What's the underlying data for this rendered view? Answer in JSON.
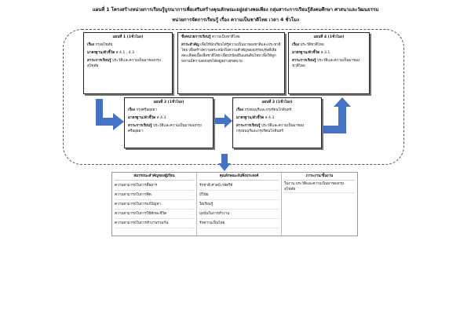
{
  "header": {
    "line1": "แผนที่ 1 โครงสร้างหน่วยการเรียนรู้บูรณาการเพื่อเสริมสร้างคุณลักษณะอยู่อย่างพอเพียง   กลุ่มสาระการเรียนรู้สังคมศึกษา ศาสนาและวัฒนธรรม",
    "line2": "หน่วยการจัดการเรียนรู้ เรื่อง ความเป็นชาติไทย เวลา 4 ชั่วโมง"
  },
  "unit1": {
    "heading": "แผนที่ 1 (1ชั่วโมง)",
    "topic_label": "เรื่อง",
    "topic": "กรุงสุโขทัย",
    "std_label": "มาตรฐาน/ตัวชี้วัด",
    "std": "ส 4.1 , 4.3",
    "content_label": "สาระการเรียนรู้",
    "content": "ประวัติและความเป็นมาของกรุงสุโขทัย"
  },
  "main_unit": {
    "heading_label": "ชื่อหน่วยการเรียนรู้",
    "heading": "ความเป็นชาติไทย",
    "content_label": "สาระสำคัญ",
    "content": "เพื่อให้นักเรียนได้รู้ความเป็นมาของชาติและประชาติไทย เพื่อสร้างความตระหนักถึงความสำคัญของบรรพบุรุษที่เสียสละเลือดเนื้อเพื่อชาติไทย เพื่อปกป้องผืนแผ่นดินไทย เพื่อให้ลูกหลานมีความสงบสุขได้อยู่อย่างสุขสบาย"
  },
  "unit4": {
    "heading": "แผนที่ 4 (1ชั่วโมง)",
    "topic_label": "เรื่อง",
    "topic": "ประวัติชาติไทย",
    "std_label": "มาตรฐาน/ตัวชี้วัด",
    "std": "ส 3.1",
    "content_label": "สาระการเรียนรู้",
    "content": "ประวัติและความเป็นมาของชาติไทย"
  },
  "unit2": {
    "heading": "แผนที่ 2 (1ชั่วโมง)",
    "topic_label": "เรื่อง",
    "topic": "กรุงศรีอยุธยา",
    "std_label": "มาตรฐาน/ตัวชี้วัด",
    "std": "ส 4.3",
    "content_label": "สาระการเรียนรู้",
    "content": "ประวัติและความเป็นมาของกรุงศรีอยุธยา"
  },
  "unit3": {
    "heading": "แผนที่ 3 (1ชั่วโมง)",
    "topic_label": "เรื่อง",
    "topic": "กรุงธนบุรีและกรุงรัตนโกสินทร์",
    "std_label": "มาตรฐาน/ตัวชี้วัด",
    "std": "ส 4.3",
    "content_label": "สาระการเรียนรู้",
    "content": "ประวัติและความเป็นมาของกรุงธนบุรีและกรุงรัตนโกสินทร์"
  },
  "bottom": {
    "competencies": {
      "header": "สมรรถนะสำคัญของผู้เรียน",
      "items": [
        "ความสามารถในการสื่อสาร",
        "ความสามารถในการคิด",
        "ความสามารถในการแก้ปัญหา",
        "ความสามารถในการใช้ทักษะชีวิต",
        "ความสามารถในการทำงานร่วมกัน"
      ]
    },
    "characteristics": {
      "header": "คุณลักษณะอันพึงประสงค์",
      "items": [
        "รักชาติ ศาสน์ กษัตริย์",
        "มีวินัย",
        "ใฝ่เรียนรู้",
        "มุ่งมั่นในการทำงาน",
        "รักความเป็นไทย"
      ]
    },
    "tasks": {
      "header": "ภาระงาน/ชิ้นงาน",
      "items": [
        "ใบงาน ประวัติและความเป็นมาของกรุงสุโขทัย"
      ]
    }
  },
  "colors": {
    "arrow": "#4472c4",
    "border": "#222222"
  }
}
